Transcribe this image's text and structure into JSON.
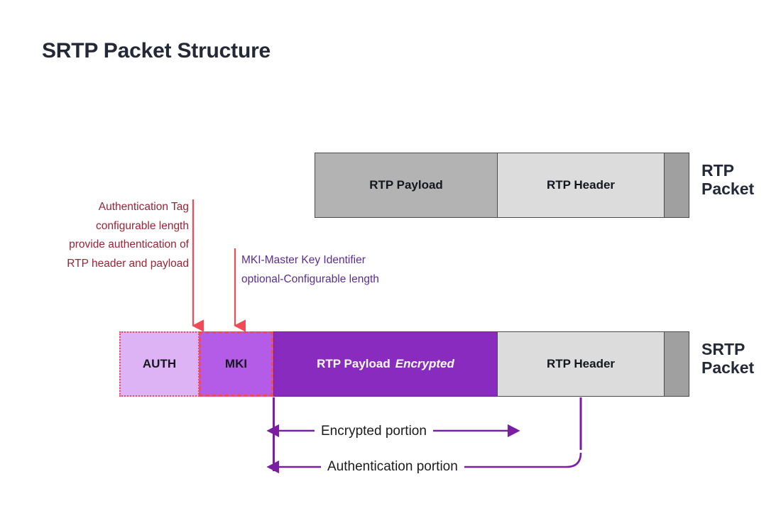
{
  "title": "SRTP Packet Structure",
  "colors": {
    "title": "#242938",
    "red_annotation": "#9d2235",
    "purple_annotation": "#5b2d91",
    "arrow_red": "#ef4a55",
    "arrow_purple": "#7b1fa2",
    "rtp_payload_fill": "#b3b3b3",
    "rtp_header_fill": "#dcdcdc",
    "cap_fill": "#a0a0a0",
    "auth_fill": "#ddb3f5",
    "mki_fill": "#b45ce8",
    "encrypted_fill": "#8a2bc0"
  },
  "rtp_packet": {
    "side_label_line1": "RTP",
    "side_label_line2": "Packet",
    "blocks": [
      {
        "name": "rtp-payload",
        "label": "RTP Payload"
      },
      {
        "name": "rtp-header",
        "label": "RTP Header"
      },
      {
        "name": "rtp-trailer",
        "label": ""
      }
    ]
  },
  "srtp_packet": {
    "side_label_line1": "SRTP",
    "side_label_line2": "Packet",
    "blocks": [
      {
        "name": "auth",
        "label": "AUTH"
      },
      {
        "name": "mki",
        "label": "MKI"
      },
      {
        "name": "srtp-payload",
        "label": "RTP Payload",
        "emphasis": "Encrypted"
      },
      {
        "name": "srtp-header",
        "label": "RTP Header"
      },
      {
        "name": "srtp-trailer",
        "label": ""
      }
    ]
  },
  "annotations": {
    "auth": {
      "line1": "Authentication Tag",
      "line2": "configurable length",
      "line3": "provide authentication of",
      "line4": "RTP header and payload"
    },
    "mki": {
      "line1": "MKI-Master Key Identifier",
      "line2": "optional-Configurable length"
    }
  },
  "span_labels": {
    "encrypted": "Encrypted portion",
    "authentication": "Authentication portion"
  }
}
